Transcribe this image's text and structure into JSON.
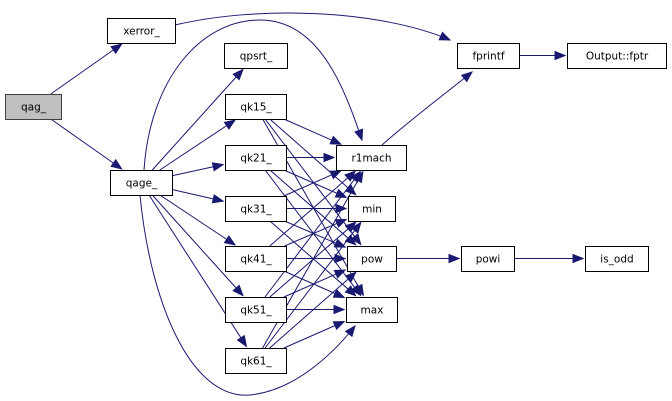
{
  "graph": {
    "type": "call-graph",
    "edge_color": "#191970",
    "root_fill": "#bfbfbf",
    "nodes": [
      {
        "id": "qag",
        "label": "qag_",
        "root": true
      },
      {
        "id": "xerror",
        "label": "xerror_"
      },
      {
        "id": "qage",
        "label": "qage_"
      },
      {
        "id": "fprintf",
        "label": "fprintf"
      },
      {
        "id": "fptr",
        "label": "Output::fptr"
      },
      {
        "id": "qpsrt",
        "label": "qpsrt_"
      },
      {
        "id": "qk15",
        "label": "qk15_"
      },
      {
        "id": "qk21",
        "label": "qk21_"
      },
      {
        "id": "qk31",
        "label": "qk31_"
      },
      {
        "id": "qk41",
        "label": "qk41_"
      },
      {
        "id": "qk51",
        "label": "qk51_"
      },
      {
        "id": "qk61",
        "label": "qk61_"
      },
      {
        "id": "r1mach",
        "label": "r1mach"
      },
      {
        "id": "min",
        "label": "min"
      },
      {
        "id": "pow",
        "label": "pow"
      },
      {
        "id": "max",
        "label": "max"
      },
      {
        "id": "powi",
        "label": "powi"
      },
      {
        "id": "is_odd",
        "label": "is_odd"
      }
    ],
    "edges": [
      [
        "qag",
        "xerror"
      ],
      [
        "qag",
        "qage"
      ],
      [
        "xerror",
        "fprintf"
      ],
      [
        "fprintf",
        "fptr"
      ],
      [
        "qage",
        "qpsrt"
      ],
      [
        "qage",
        "qk15"
      ],
      [
        "qage",
        "qk21"
      ],
      [
        "qage",
        "qk31"
      ],
      [
        "qage",
        "qk41"
      ],
      [
        "qage",
        "qk51"
      ],
      [
        "qage",
        "qk61"
      ],
      [
        "qage",
        "r1mach"
      ],
      [
        "qage",
        "max"
      ],
      [
        "r1mach",
        "fprintf"
      ],
      [
        "qk15",
        "r1mach"
      ],
      [
        "qk15",
        "min"
      ],
      [
        "qk15",
        "pow"
      ],
      [
        "qk15",
        "max"
      ],
      [
        "qk21",
        "r1mach"
      ],
      [
        "qk21",
        "min"
      ],
      [
        "qk21",
        "pow"
      ],
      [
        "qk21",
        "max"
      ],
      [
        "qk31",
        "r1mach"
      ],
      [
        "qk31",
        "min"
      ],
      [
        "qk31",
        "pow"
      ],
      [
        "qk31",
        "max"
      ],
      [
        "qk41",
        "r1mach"
      ],
      [
        "qk41",
        "min"
      ],
      [
        "qk41",
        "pow"
      ],
      [
        "qk41",
        "max"
      ],
      [
        "qk51",
        "r1mach"
      ],
      [
        "qk51",
        "min"
      ],
      [
        "qk51",
        "pow"
      ],
      [
        "qk51",
        "max"
      ],
      [
        "qk61",
        "r1mach"
      ],
      [
        "qk61",
        "min"
      ],
      [
        "qk61",
        "pow"
      ],
      [
        "qk61",
        "max"
      ],
      [
        "pow",
        "powi"
      ],
      [
        "powi",
        "is_odd"
      ]
    ]
  }
}
